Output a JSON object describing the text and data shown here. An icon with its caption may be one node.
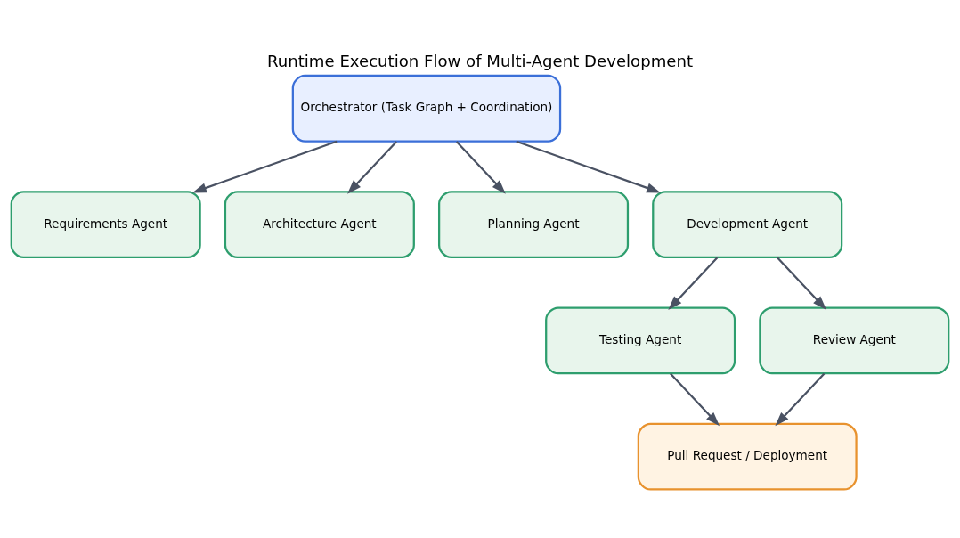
{
  "diagram": {
    "title": "Runtime Execution Flow of Multi-Agent Development",
    "nodes": [
      {
        "text": [
          "Orchestrator (Task Graph + Coordination)"
        ]
      },
      {
        "text": [
          "Requirements Agent"
        ]
      },
      {
        "text": [
          "Architecture Agent"
        ]
      },
      {
        "text": [
          "Planning Agent"
        ]
      },
      {
        "text": [
          "Development Agent"
        ]
      },
      {
        "text": [
          "Testing Agent"
        ]
      },
      {
        "text": [
          "Review Agent"
        ]
      },
      {
        "text": [
          "Pull Request / Deployment"
        ]
      }
    ],
    "edges": [
      {
        "from": 0,
        "to": 1,
        "arrow": "to"
      },
      {
        "from": 0,
        "to": 2,
        "arrow": "to"
      },
      {
        "from": 0,
        "to": 3,
        "arrow": "to"
      },
      {
        "from": 0,
        "to": 4,
        "arrow": "to"
      },
      {
        "from": 4,
        "to": 5,
        "arrow": "to"
      },
      {
        "from": 4,
        "to": 6,
        "arrow": "to"
      },
      {
        "from": 5,
        "to": 7,
        "arrow": "to"
      },
      {
        "from": 6,
        "to": 7,
        "arrow": "to"
      }
    ]
  }
}
